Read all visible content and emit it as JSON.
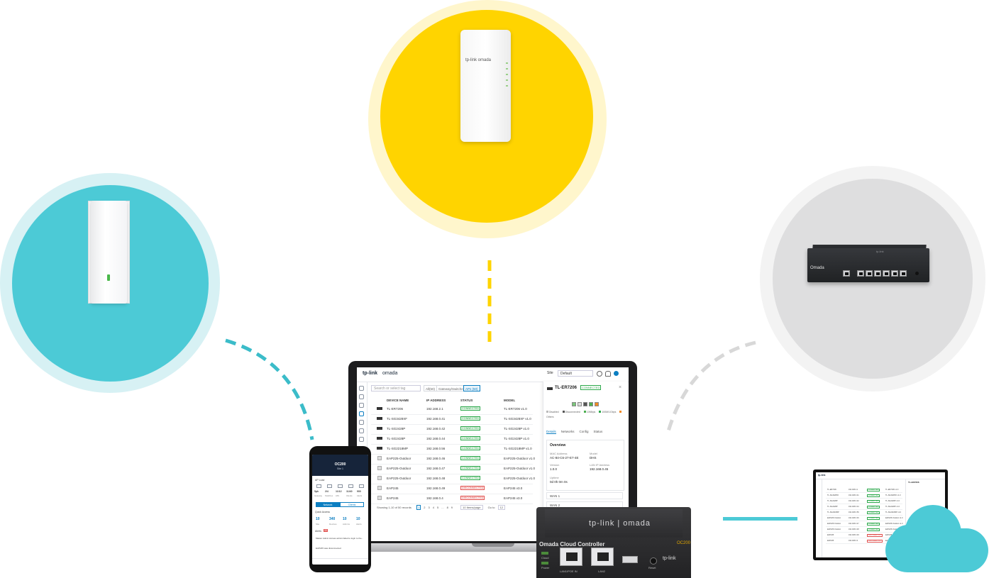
{
  "colors": {
    "teal": "#4ccad6",
    "teal_halo": "#d7f1f4",
    "yellow": "#ffd400",
    "yellow_halo": "#fff6cc",
    "gray": "#dededf",
    "gray_halo": "#f3f3f3",
    "omada_blue": "#0c7ec1",
    "connected_green": "#2ba84a",
    "disconnected_red": "#e0514f"
  },
  "laptop_app": {
    "brand": "tp-link",
    "product": "omada",
    "site_label": "Site",
    "site_value": "Default",
    "search_placeholder": "Search or select tag",
    "tabs": [
      "All(50)",
      "Gateway/Switches(5)",
      "APs (50)"
    ],
    "columns": [
      "DEVICE NAME",
      "IP ADDRESS",
      "STATUS",
      "MODEL"
    ],
    "rows": [
      {
        "name": "TL-ER7206",
        "ip": "192.168.2.1",
        "status": "CONNECTED",
        "model": "TL-ER7206 v1.0"
      },
      {
        "name": "TL-SG3428XF",
        "ip": "192.168.0.41",
        "status": "CONNECTED",
        "model": "TL-SG3428XF v1.0"
      },
      {
        "name": "TL-SG2428P",
        "ip": "192.168.0.42",
        "status": "CONNECTED",
        "model": "TL-SG2428P v1.0"
      },
      {
        "name": "TL-SG2428P",
        "ip": "192.168.0.44",
        "status": "CONNECTED",
        "model": "TL-SG2428P v1.0"
      },
      {
        "name": "TL-SG2218MP",
        "ip": "192.168.0.56",
        "status": "CONNECTED",
        "model": "TL-SG2218MP v1.0"
      },
      {
        "name": "EAP225-Outdoor",
        "ip": "192.168.0.46",
        "status": "CONNECTED",
        "model": "EAP225-Outdoor v1.0"
      },
      {
        "name": "EAP225-Outdoor",
        "ip": "192.168.0.47",
        "status": "CONNECTED",
        "model": "EAP225-Outdoor v1.0"
      },
      {
        "name": "EAP225-Outdoor",
        "ip": "192.168.0.48",
        "status": "CONNECTED",
        "model": "EAP225-Outdoor v1.0"
      },
      {
        "name": "EAP245",
        "ip": "192.168.0.49",
        "status": "DISCONNECTED",
        "model": "EAP245 v3.0"
      },
      {
        "name": "EAP245",
        "ip": "192.168.0.4",
        "status": "DISCONNECTED",
        "model": "EAP245 v3.0"
      }
    ],
    "pager": {
      "showing": "Showing 1-10 of 50 records",
      "pages": [
        "1",
        "2",
        "3",
        "4",
        "5",
        "...",
        "8",
        "9"
      ],
      "per_page": "10 Items/page",
      "goto_label": "Go to",
      "goto_value": "12"
    },
    "drawer": {
      "title": "TL-ER7206",
      "status": "CONNECTED",
      "legend": [
        "Disabled",
        "Disconnected",
        "10Mbps",
        "100M/1Gbps",
        "Others"
      ],
      "tabs": [
        "Details",
        "Networks",
        "Config",
        "Status"
      ],
      "section": "Overview",
      "fields": [
        {
          "label": "MAC Address",
          "value": "AC-84-C6-27-E7-4E"
        },
        {
          "label": "Model",
          "value": "DHS"
        },
        {
          "label": "Version",
          "value": "1.0.0"
        },
        {
          "label": "LAN IP Address",
          "value": "192.168.0.45"
        },
        {
          "label": "Uptime",
          "value": "0d 0h 0m 0s"
        }
      ],
      "wan": [
        "WAN 1",
        "WAN 2"
      ]
    }
  },
  "phone_app": {
    "title": "OC200",
    "subtitle": "Site 1",
    "ap_load": "AP Load",
    "stats": [
      {
        "value": "5pk",
        "label": "Gateway"
      },
      {
        "value": "2/4",
        "label": "Switches"
      },
      {
        "value": "11/12",
        "label": "APs"
      },
      {
        "value": "11/40",
        "label": "Clients"
      },
      {
        "value": "900",
        "label": "Alerts"
      }
    ],
    "toggle": [
      "Network",
      "Clients"
    ],
    "quick_access": "Quick Access",
    "counts": [
      {
        "value": "10",
        "label": "Site"
      },
      {
        "value": "340",
        "label": "Devices"
      },
      {
        "value": "10",
        "label": "Admins"
      },
      {
        "value": "10",
        "label": "Alerts"
      }
    ],
    "alerts_label": "Alerts",
    "alerts_count": "99",
    "alert_items": [
      "Master Admin Access admin failed to login to the...",
      "EAP245 was disconnected"
    ]
  },
  "controller": {
    "brand": "tp-link | omada",
    "title": "Omada Cloud Controller",
    "model": "OC200",
    "port_labels": [
      "LAN1/POE IN",
      "LAN2"
    ],
    "reset_label": "Reset",
    "logo": "tp-link",
    "led_labels": [
      "Cloud",
      "Power"
    ]
  },
  "ap_top": {
    "brand": "tp-link omada"
  },
  "router": {
    "brand": "tp-link",
    "label": "Omada"
  }
}
